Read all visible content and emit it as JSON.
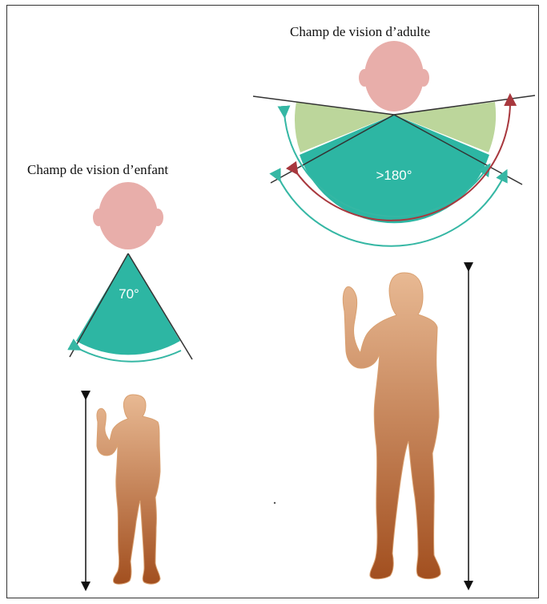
{
  "adult": {
    "title": "Champ de vision d’adulte",
    "angle_label": ">180°"
  },
  "child": {
    "title": "Champ de vision d’enfant",
    "angle_label": "70°"
  },
  "colors": {
    "teal": "#2db6a3",
    "green": "#bcd69b",
    "skin": "#e8aeaa",
    "body_top": "#e5b48c",
    "body_bottom": "#a35322",
    "red_arrow": "#a8383e",
    "teal_arrow": "#35b7a4"
  }
}
